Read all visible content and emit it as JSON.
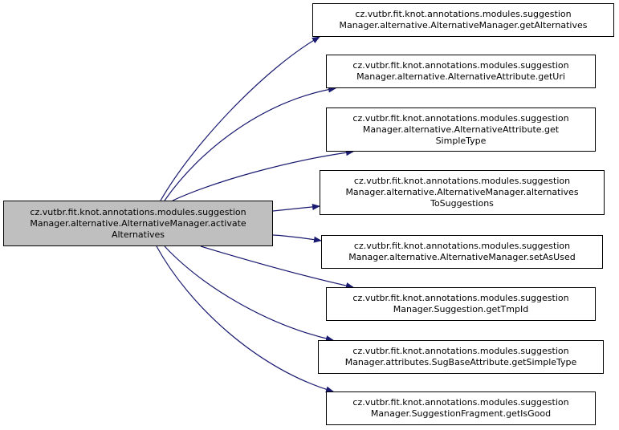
{
  "colors": {
    "edge": "#191970",
    "root_fill": "#bfbfbf",
    "node_fill": "#ffffff",
    "border": "#000000"
  },
  "root": {
    "lines": [
      "cz.vutbr.fit.knot.annotations.modules.suggestion",
      "Manager.alternative.AlternativeManager.activate",
      "Alternatives"
    ]
  },
  "callees": [
    {
      "lines": [
        "cz.vutbr.fit.knot.annotations.modules.suggestion",
        "Manager.alternative.AlternativeManager.getAlternatives"
      ]
    },
    {
      "lines": [
        "cz.vutbr.fit.knot.annotations.modules.suggestion",
        "Manager.alternative.AlternativeAttribute.getUri"
      ]
    },
    {
      "lines": [
        "cz.vutbr.fit.knot.annotations.modules.suggestion",
        "Manager.alternative.AlternativeAttribute.get",
        "SimpleType"
      ]
    },
    {
      "lines": [
        "cz.vutbr.fit.knot.annotations.modules.suggestion",
        "Manager.alternative.AlternativeManager.alternatives",
        "ToSuggestions"
      ]
    },
    {
      "lines": [
        "cz.vutbr.fit.knot.annotations.modules.suggestion",
        "Manager.alternative.AlternativeManager.setAsUsed"
      ]
    },
    {
      "lines": [
        "cz.vutbr.fit.knot.annotations.modules.suggestion",
        "Manager.Suggestion.getTmpId"
      ]
    },
    {
      "lines": [
        "cz.vutbr.fit.knot.annotations.modules.suggestion",
        "Manager.attributes.SugBaseAttribute.getSimpleType"
      ]
    },
    {
      "lines": [
        "cz.vutbr.fit.knot.annotations.modules.suggestion",
        "Manager.SuggestionFragment.getIsGood"
      ]
    }
  ]
}
